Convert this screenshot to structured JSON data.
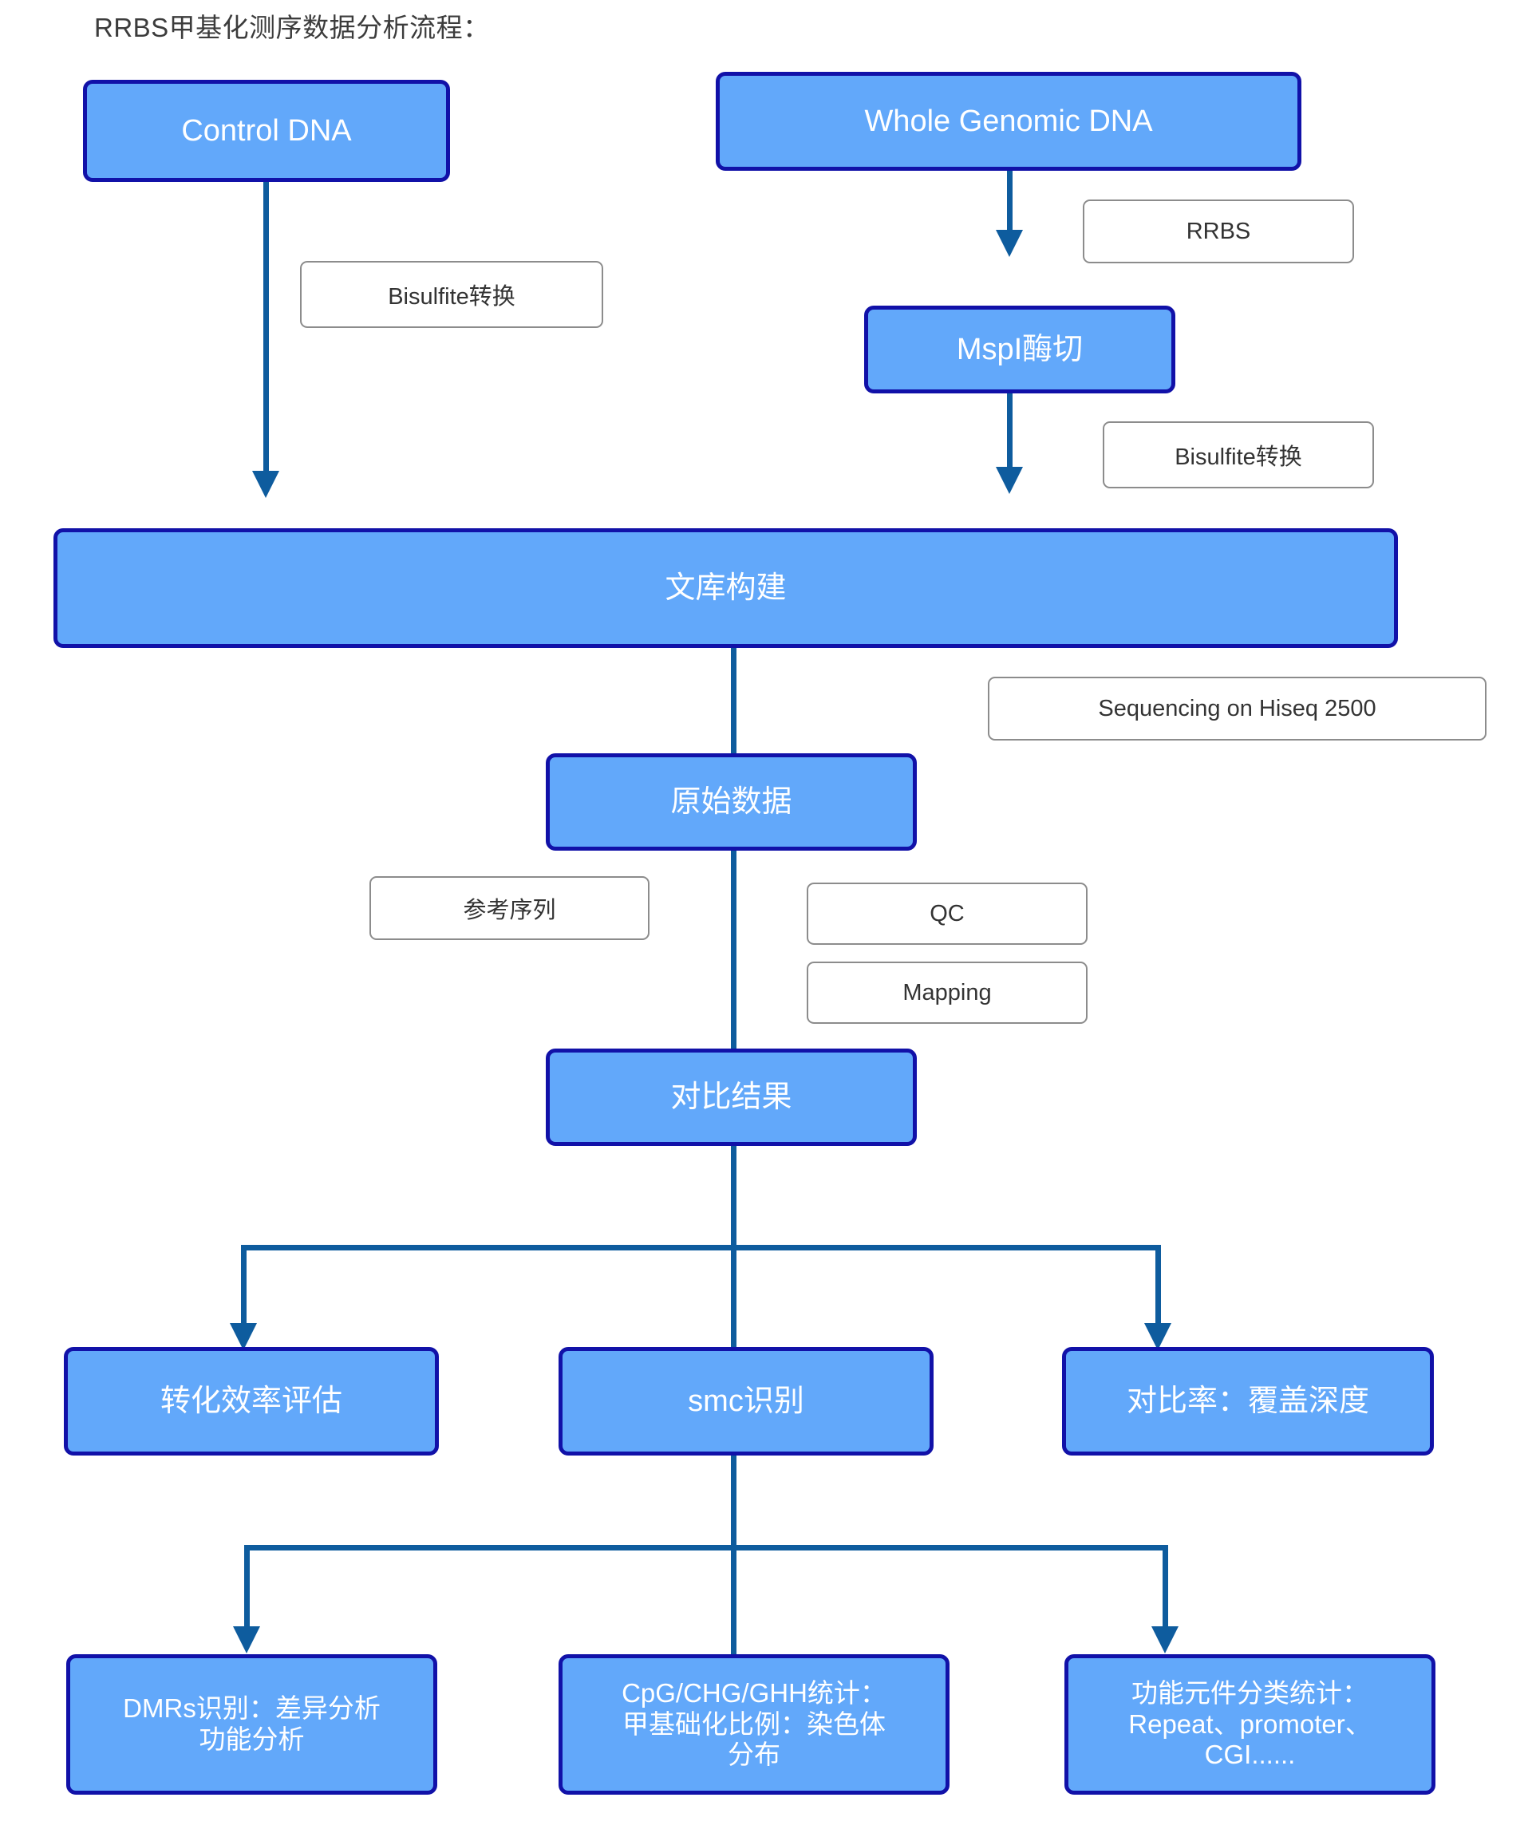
{
  "title": "RRBS甲基化测序数据分析流程：",
  "colors": {
    "node_fill": "#62A8FA",
    "node_border": "#1111A8",
    "node_text": "#FFFFFF",
    "connector": "#0E5C9E",
    "tag_border": "#8C8C8C",
    "tag_text": "#333333",
    "background": "#FFFFFF"
  },
  "nodes": {
    "control_dna": "Control DNA",
    "whole_genomic_dna": "Whole Genomic DNA",
    "mspi_digest": "MspI酶切",
    "library_construction": "文库构建",
    "raw_data": "原始数据",
    "alignment_result": "对比结果",
    "conversion_efficiency": "转化效率评估",
    "smc_identification": "smc识别",
    "mapping_rate_depth": "对比率：覆盖深度",
    "dmrs": "DMRs识别：差异分析\n功能分析",
    "dmrs_line1": "DMRs识别：差异分析",
    "dmrs_line2": "功能分析",
    "cpg_stats_line1": "CpG/CHG/GHH统计：",
    "cpg_stats_line2": "甲基础化比例：染色体",
    "cpg_stats_line3": "分布",
    "functional_elements_line1": "功能元件分类统计：",
    "functional_elements_line2": "Repeat、promoter、",
    "functional_elements_line3": "CGI......"
  },
  "tags": {
    "bisulfite_left": "Bisulfite转换",
    "rrbs": "RRBS",
    "bisulfite_right": "Bisulfite转换",
    "sequencing": "Sequencing on Hiseq 2500",
    "reference_sequence": "参考序列",
    "qc": "QC",
    "mapping": "Mapping"
  },
  "chart_data": {
    "type": "diagram",
    "title": "RRBS甲基化测序数据分析流程：",
    "flow_steps": [
      {
        "id": "control_dna",
        "label": "Control DNA",
        "level": 0
      },
      {
        "id": "whole_genomic_dna",
        "label": "Whole Genomic DNA",
        "level": 0
      },
      {
        "id": "mspi_digest",
        "label": "MspI酶切",
        "level": 1
      },
      {
        "id": "library_construction",
        "label": "文库构建",
        "level": 2
      },
      {
        "id": "raw_data",
        "label": "原始数据",
        "level": 3
      },
      {
        "id": "alignment_result",
        "label": "对比结果",
        "level": 4
      },
      {
        "id": "conversion_efficiency",
        "label": "转化效率评估",
        "level": 5
      },
      {
        "id": "smc_identification",
        "label": "smc识别",
        "level": 5
      },
      {
        "id": "mapping_rate_depth",
        "label": "对比率：覆盖深度",
        "level": 5
      },
      {
        "id": "dmrs",
        "label": "DMRs识别：差异分析 功能分析",
        "level": 6
      },
      {
        "id": "cpg_stats",
        "label": "CpG/CHG/GHH统计：甲基础化比例：染色体分布",
        "level": 6
      },
      {
        "id": "functional_elements",
        "label": "功能元件分类统计：Repeat、promoter、CGI......",
        "level": 6
      }
    ],
    "edge_labels": [
      {
        "from": "control_dna",
        "to": "library_construction",
        "label": "Bisulfite转换"
      },
      {
        "from": "whole_genomic_dna",
        "to": "mspi_digest",
        "label": "RRBS"
      },
      {
        "from": "mspi_digest",
        "to": "library_construction",
        "label": "Bisulfite转换"
      },
      {
        "from": "library_construction",
        "to": "raw_data",
        "label": "Sequencing on Hiseq 2500"
      },
      {
        "from": "raw_data",
        "to": "alignment_result",
        "label": "参考序列"
      },
      {
        "from": "raw_data",
        "to": "alignment_result",
        "label": "QC"
      },
      {
        "from": "raw_data",
        "to": "alignment_result",
        "label": "Mapping"
      }
    ]
  }
}
